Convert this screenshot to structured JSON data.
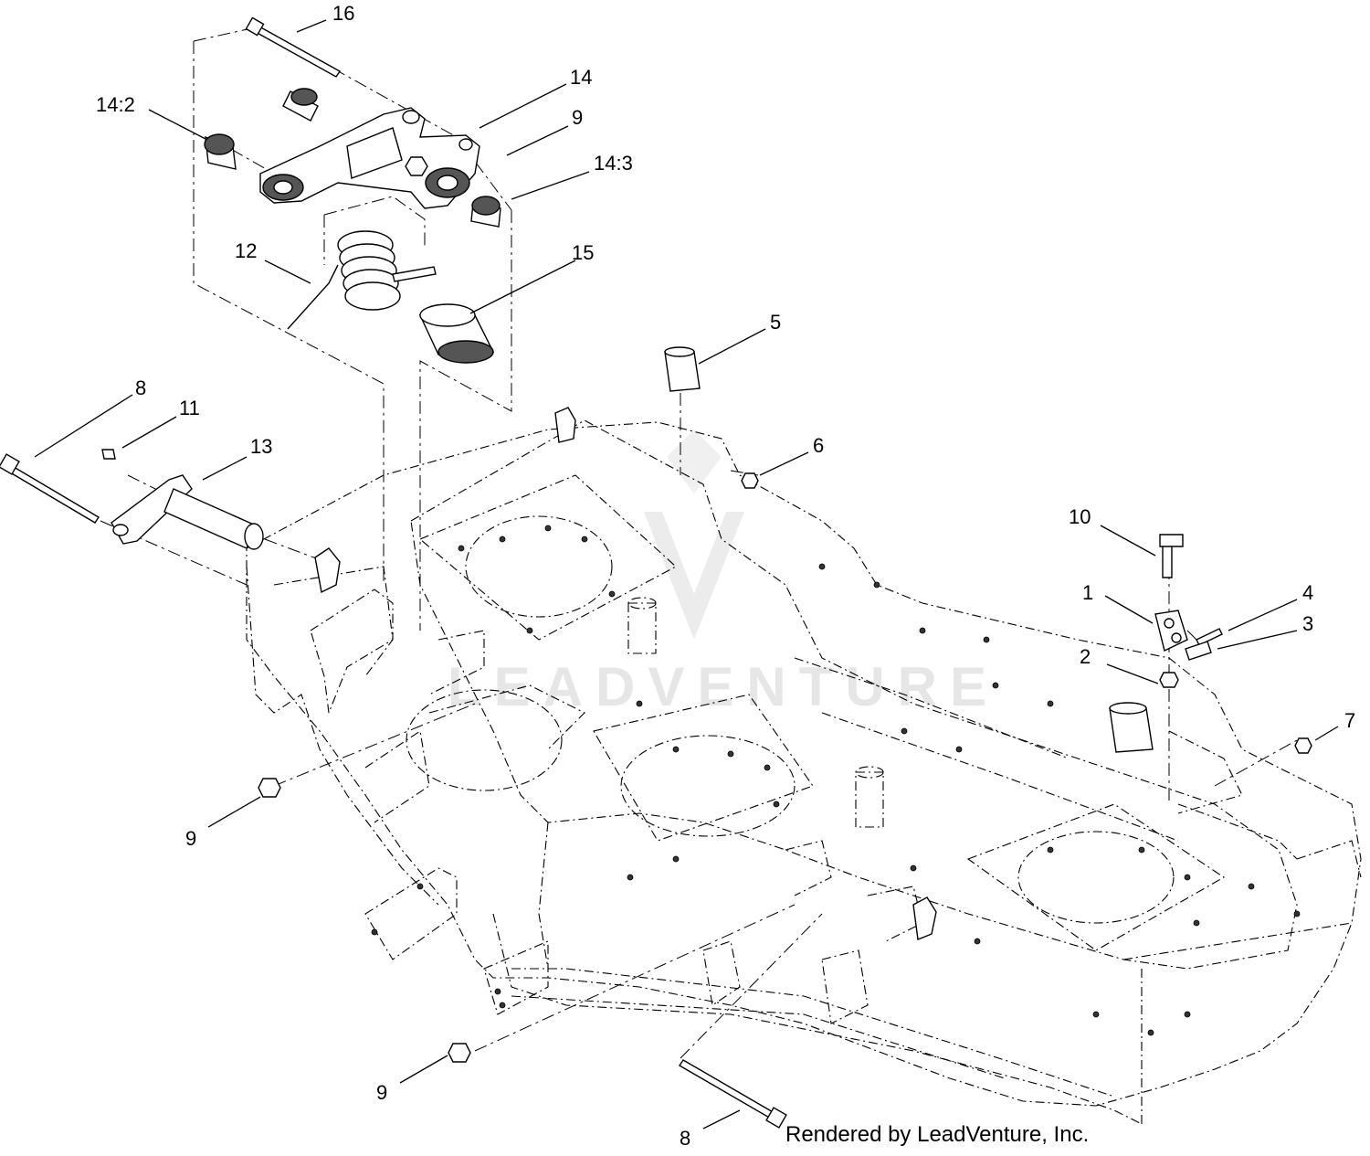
{
  "diagram": {
    "credit": "Rendered by LeadVenture, Inc.",
    "watermark": "LEADVENTURE",
    "callouts": [
      {
        "id": "c16",
        "label": "16"
      },
      {
        "id": "c14",
        "label": "14"
      },
      {
        "id": "c14-2",
        "label": "14:2"
      },
      {
        "id": "c9-top",
        "label": "9"
      },
      {
        "id": "c14-3",
        "label": "14:3"
      },
      {
        "id": "c12",
        "label": "12"
      },
      {
        "id": "c15",
        "label": "15"
      },
      {
        "id": "c5",
        "label": "5"
      },
      {
        "id": "c8-left",
        "label": "8"
      },
      {
        "id": "c11",
        "label": "11"
      },
      {
        "id": "c13",
        "label": "13"
      },
      {
        "id": "c6",
        "label": "6"
      },
      {
        "id": "c10",
        "label": "10"
      },
      {
        "id": "c1",
        "label": "1"
      },
      {
        "id": "c4",
        "label": "4"
      },
      {
        "id": "c3",
        "label": "3"
      },
      {
        "id": "c2",
        "label": "2"
      },
      {
        "id": "c7",
        "label": "7"
      },
      {
        "id": "c9-mid",
        "label": "9"
      },
      {
        "id": "c9-bottom",
        "label": "9"
      },
      {
        "id": "c8-bottom",
        "label": "8"
      }
    ]
  }
}
